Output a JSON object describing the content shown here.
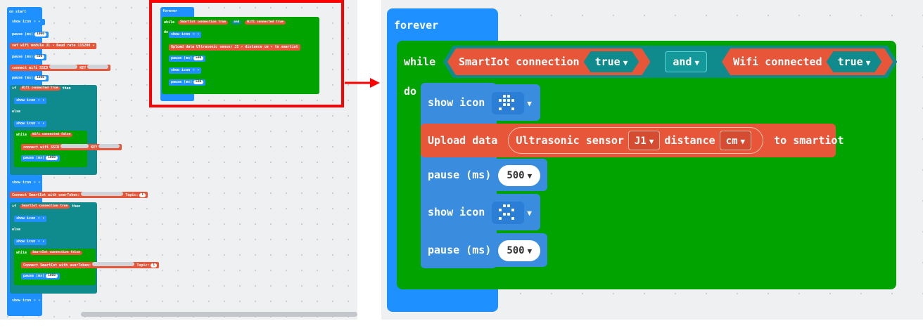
{
  "left": {
    "on_start": "on start",
    "show_icon": "show icon",
    "pause_ms": "pause (ms)",
    "pause_1000": "1000",
    "pause_500": "500",
    "set_wifi_module": "set wifi module",
    "j1": "J1",
    "baud_rate": "Baud rate",
    "baud_value": "115200",
    "connect_wifi_ssid": "connect wifi SSID",
    "key": "KEY",
    "if": "if",
    "then": "then",
    "else": "else",
    "wifi_connected": "Wifi connected",
    "true": "true",
    "false": "false",
    "while": "while",
    "do": "do",
    "connect_smartiot": "Connect SmartIot with userToken:",
    "topic": "Topic:",
    "topic_value": "1",
    "smartiot_connection": "SmartIot connection",
    "forever": "forever",
    "and": "and",
    "upload_data": "Upload data",
    "ultrasonic": "Ultrasonic sensor",
    "distance": "distance",
    "cm": "cm",
    "to_smartiot": "to smartiot"
  },
  "right": {
    "forever": "forever",
    "while": "while",
    "do": "do",
    "smartiot_connection": "SmartIot connection",
    "true_1": "true",
    "and": "and",
    "wifi_connected": "Wifi connected",
    "true_2": "true",
    "show_icon_1": "show icon",
    "upload_data": "Upload data",
    "ultrasonic_sensor": "Ultrasonic sensor",
    "port": "J1",
    "distance": "distance",
    "unit": "cm",
    "to_smartiot": "to smartiot",
    "pause_1": "pause (ms)",
    "pause_1_value": "500",
    "show_icon_2": "show icon",
    "pause_2": "pause (ms)",
    "pause_2_value": "500"
  },
  "colors": {
    "basic_blue": "#1e90ff",
    "loop_green": "#00a300",
    "smartiot_red": "#e8563a",
    "logic_teal": "#0f8b8d",
    "highlight_red": "#ff0000"
  }
}
